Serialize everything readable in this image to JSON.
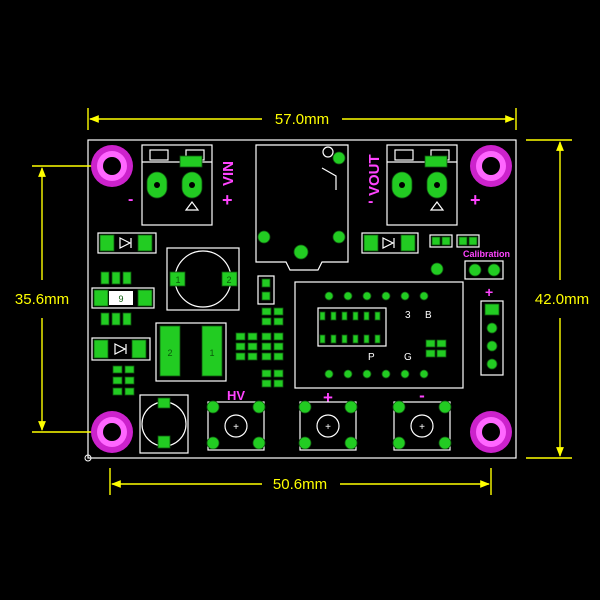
{
  "dimensions": {
    "top_width": "57.0mm",
    "bottom_width": "50.6mm",
    "left_height": "35.6mm",
    "right_height": "42.0mm"
  },
  "silkscreen": {
    "vin": "VIN",
    "vout": "VOUT",
    "minus": "-",
    "plus": "+",
    "calibration": "Calibration",
    "hv": "HV",
    "btn_plus": "+",
    "btn_minus": "-",
    "connector_plus": "+",
    "ic_labels": [
      "3",
      "B",
      "P",
      "G"
    ],
    "pad_1": "1",
    "pad_2": "2",
    "pad_9": "9"
  },
  "colors": {
    "dimension": "#ffff00",
    "silkscreen_text": "#ff44ff",
    "outline": "#ffffff",
    "pad": "#22cc22",
    "mounting_hole": "#cc22cc"
  }
}
